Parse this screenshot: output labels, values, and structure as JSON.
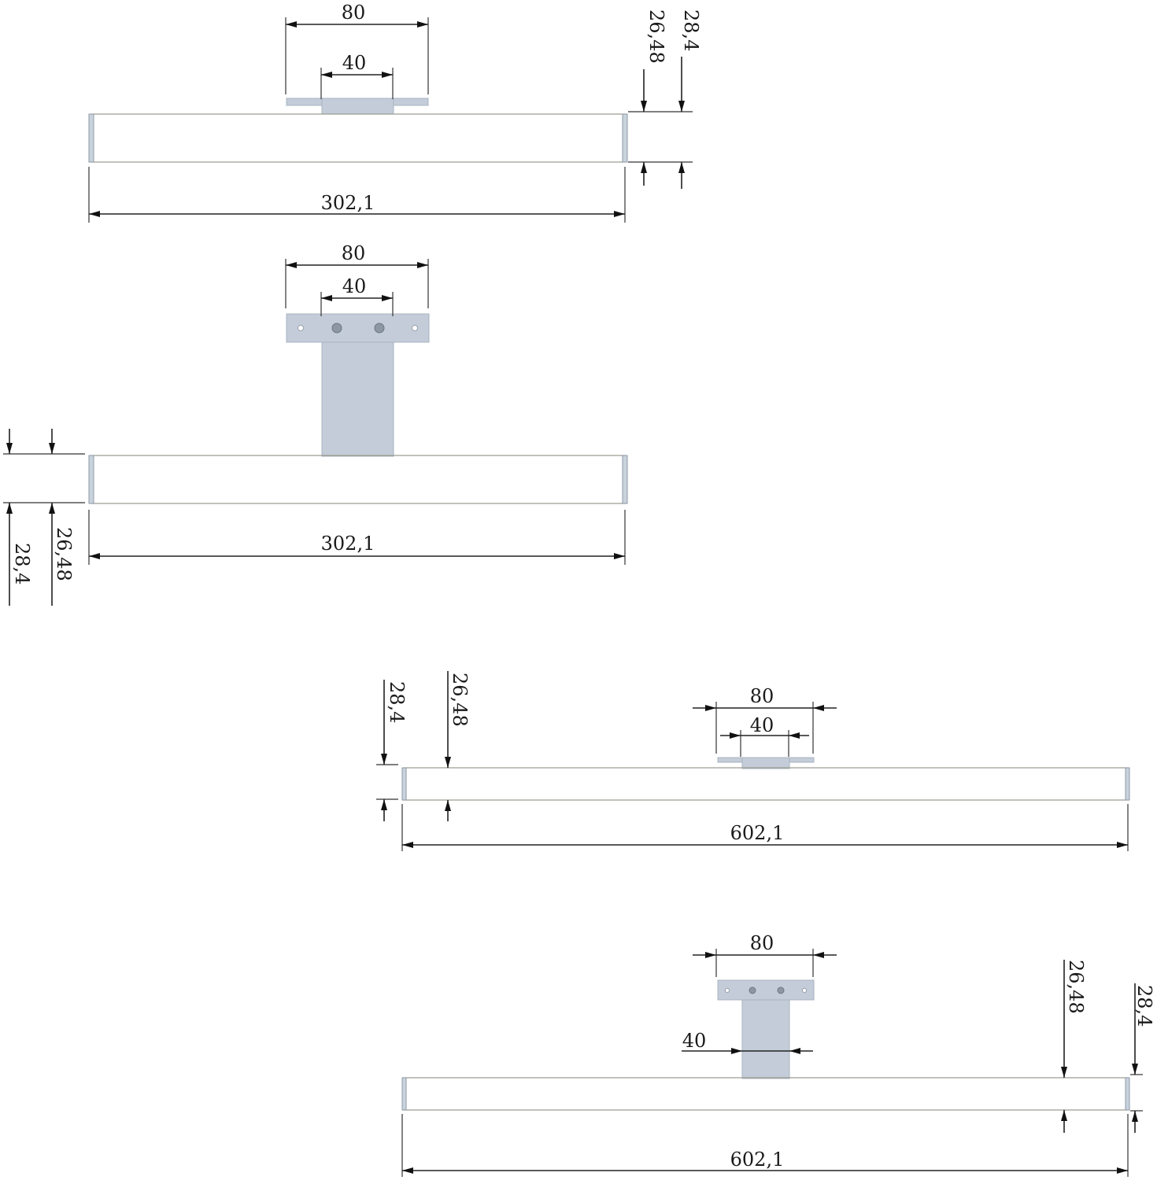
{
  "views": {
    "view1": {
      "dim_length": "302,1",
      "dim_bracket_outer": "80",
      "dim_bracket_inner": "40",
      "dim_tube_inner": "26,48",
      "dim_tube_outer": "28,4"
    },
    "view2": {
      "dim_length": "302,1",
      "dim_bracket_outer": "80",
      "dim_bracket_inner": "40",
      "dim_tube_inner": "26,48",
      "dim_tube_outer": "28,4"
    },
    "view3": {
      "dim_length": "602,1",
      "dim_bracket_outer": "80",
      "dim_bracket_inner": "40",
      "dim_tube_inner": "26,48",
      "dim_tube_outer": "28,4"
    },
    "view4": {
      "dim_length": "602,1",
      "dim_bracket_outer": "80",
      "dim_bracket_inner": "40",
      "dim_tube_inner": "26,48",
      "dim_tube_outer": "28,4"
    }
  },
  "colors": {
    "tube_light": "#fbfbf2",
    "tube_mid": "#ecebd8",
    "tube_dark": "#d6d5be",
    "bracket": "#c3ccd8",
    "line": "#222222"
  }
}
